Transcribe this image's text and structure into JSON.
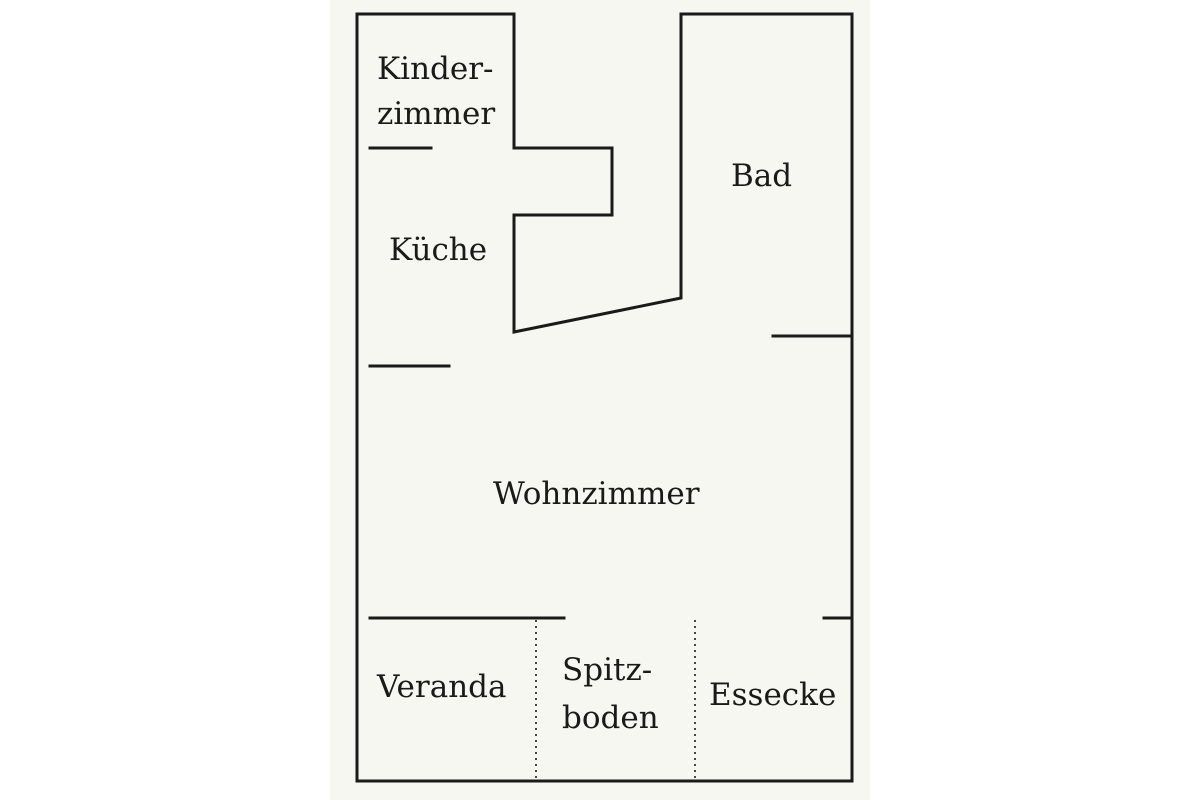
{
  "floorplan": {
    "rooms": {
      "kinderzimmer": {
        "line1": "Kinder-",
        "line2": "zimmer"
      },
      "kueche": "Küche",
      "bad": "Bad",
      "wohnzimmer": "Wohnzimmer",
      "veranda": "Veranda",
      "spitzboden": {
        "line1": "Spitz-",
        "line2": "boden"
      },
      "essecke": "Essecke"
    },
    "colors": {
      "wall": "#1a1a1a",
      "paper": "#f7f7f2",
      "background": "#ffffff"
    }
  }
}
